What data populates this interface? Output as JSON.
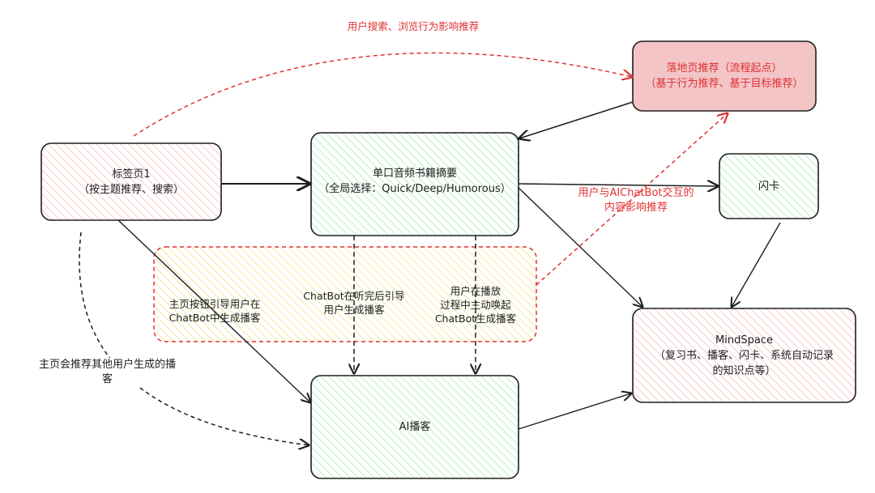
{
  "nodes": {
    "landing": {
      "line1": "落地页推荐（流程起点）",
      "line2": "（基于行为推荐、基于目标推荐）"
    },
    "tag_page": {
      "line1": "标签页1",
      "line2": "（按主题推荐、搜索）"
    },
    "summary": {
      "line1": "单口音频书籍摘要",
      "line2": "（全局选择：Quick/Deep/Humorous）"
    },
    "flashcard": {
      "line1": "闪卡"
    },
    "mindspace": {
      "line1": "MindSpace",
      "line2": "（复习书、播客、闪卡、系统自动记录",
      "line3": "的知识点等）"
    },
    "podcast": {
      "line1": "AI播客"
    }
  },
  "labels": {
    "search_influence": "用户搜索、浏览行为影响推荐",
    "chatbot_influence": {
      "line1": "用户与AIChatBot交互的",
      "line2": "内容影响推荐"
    },
    "homepage_button": {
      "line1": "主页按钮引导用户在",
      "line2": "ChatBot中生成播客"
    },
    "after_listen": {
      "line1": "ChatBot在听完后引导",
      "line2": "用户生成播客"
    },
    "during_play": {
      "line1": "用户在播放",
      "line2": "过程中主动唤起",
      "line3": "ChatBot生成播客"
    },
    "homepage_recommend": {
      "line1": "主页会推荐其他用户生成的播",
      "line2": "客"
    }
  },
  "colors": {
    "stroke": "#1e1e1e",
    "red_accent": "#e03131",
    "landing_fill": "#f3c5c7",
    "green_hatch": "#b2f2bb",
    "pink_hatch": "#ffc9c9",
    "yellow_hatch": "#ffec99"
  }
}
